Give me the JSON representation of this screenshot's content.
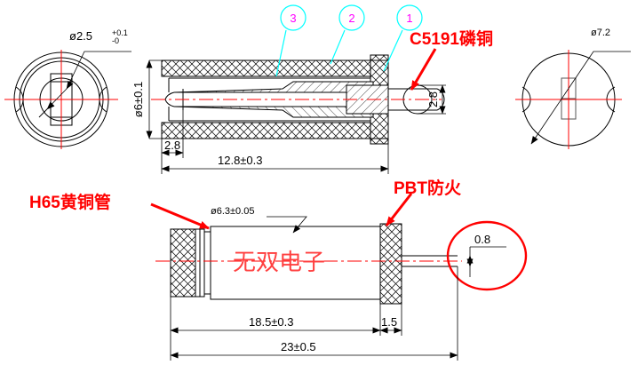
{
  "document": {
    "title": "Connector Technical Drawing",
    "type": "engineering-cross-section"
  },
  "views": {
    "left_end_view": {
      "name": "left-end-view",
      "dimension": "ø2.5",
      "tolerance_upper": "+0.1",
      "tolerance_lower": "-0",
      "dimension_full": "ø2.5 +0.1/-0"
    },
    "section_view": {
      "name": "section-view",
      "diameter": "ø6±0.1",
      "step_length": "2.8",
      "overall_length": "12.8±0.3",
      "pin_height": "2.8"
    },
    "right_end_view": {
      "name": "right-end-view",
      "diameter": "ø7.2"
    },
    "assembly_view": {
      "name": "assembly-view",
      "body_diameter": "ø6.3±0.05",
      "body_length": "18.5±0.3",
      "cap_length": "1.5",
      "total_length": "23±0.5",
      "watermark": "无双电子"
    },
    "detail_view": {
      "name": "detail-view-0-8",
      "dimension": "0.8"
    }
  },
  "balloons": [
    {
      "id": "balloon-3",
      "label": "3"
    },
    {
      "id": "balloon-2",
      "label": "2"
    },
    {
      "id": "balloon-1",
      "label": "1"
    }
  ],
  "material_notes": [
    {
      "id": "note-c5191",
      "label": "C5191磷铜"
    },
    {
      "id": "note-h65",
      "label": "H65黄铜管"
    },
    {
      "id": "note-pbt",
      "label": "PBT防火"
    }
  ],
  "colors": {
    "outline": "#000000",
    "centerline": "#ff0000",
    "balloon_stroke": "#00ffff",
    "balloon_number": "#ff00ff",
    "note": "#ff0000",
    "watermark": "#ff4040",
    "background": "#ffffff"
  }
}
